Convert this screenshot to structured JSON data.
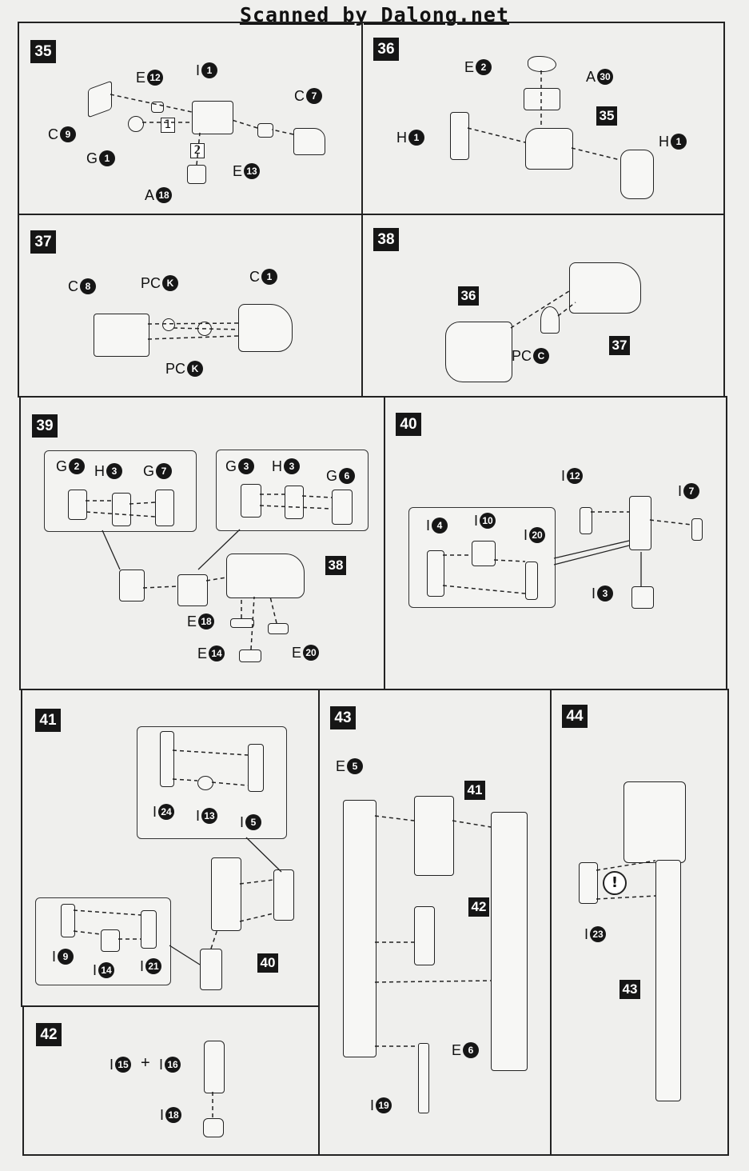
{
  "header": {
    "scan_title": "Scanned by Dalong.net"
  },
  "steps": {
    "s35": {
      "num": "35",
      "labels": {
        "e12": {
          "letter": "E",
          "n": "12"
        },
        "i1": {
          "letter": "I",
          "n": "1"
        },
        "c7": {
          "letter": "C",
          "n": "7"
        },
        "c9": {
          "letter": "C",
          "n": "9"
        },
        "g1": {
          "letter": "G",
          "n": "1"
        },
        "e13": {
          "letter": "E",
          "n": "13"
        },
        "a18": {
          "letter": "A",
          "n": "18"
        }
      },
      "order": [
        "1",
        "2"
      ]
    },
    "s36": {
      "num": "36",
      "ref": "35",
      "labels": {
        "e2": {
          "letter": "E",
          "n": "2"
        },
        "a30": {
          "letter": "A",
          "n": "30"
        },
        "h1a": {
          "letter": "H",
          "n": "1"
        },
        "h1b": {
          "letter": "H",
          "n": "1"
        }
      }
    },
    "s37": {
      "num": "37",
      "labels": {
        "c8": {
          "letter": "C",
          "n": "8"
        },
        "pck1": {
          "letter": "PC",
          "n": "K"
        },
        "c1": {
          "letter": "C",
          "n": "1"
        },
        "pck2": {
          "letter": "PC",
          "n": "K"
        }
      }
    },
    "s38": {
      "num": "38",
      "ref_a": "36",
      "ref_b": "37",
      "labels": {
        "pcc": {
          "letter": "PC",
          "n": "C"
        }
      }
    },
    "s39": {
      "num": "39",
      "ref": "38",
      "labels": {
        "g2": {
          "letter": "G",
          "n": "2"
        },
        "h3a": {
          "letter": "H",
          "n": "3"
        },
        "g7": {
          "letter": "G",
          "n": "7"
        },
        "g3": {
          "letter": "G",
          "n": "3"
        },
        "h3b": {
          "letter": "H",
          "n": "3"
        },
        "g6": {
          "letter": "G",
          "n": "6"
        },
        "e18": {
          "letter": "E",
          "n": "18"
        },
        "e14": {
          "letter": "E",
          "n": "14"
        },
        "e20": {
          "letter": "E",
          "n": "20"
        }
      }
    },
    "s40": {
      "num": "40",
      "labels": {
        "i12": {
          "letter": "I",
          "n": "12"
        },
        "i7": {
          "letter": "I",
          "n": "7"
        },
        "i4": {
          "letter": "I",
          "n": "4"
        },
        "i10": {
          "letter": "I",
          "n": "10"
        },
        "i20": {
          "letter": "I",
          "n": "20"
        },
        "i3": {
          "letter": "I",
          "n": "3"
        }
      }
    },
    "s41": {
      "num": "41",
      "ref": "40",
      "labels": {
        "i24": {
          "letter": "I",
          "n": "24"
        },
        "i13": {
          "letter": "I",
          "n": "13"
        },
        "i5": {
          "letter": "I",
          "n": "5"
        },
        "i9": {
          "letter": "I",
          "n": "9"
        },
        "i14": {
          "letter": "I",
          "n": "14"
        },
        "i21": {
          "letter": "I",
          "n": "21"
        }
      }
    },
    "s42": {
      "num": "42",
      "plus": "+",
      "labels": {
        "i15": {
          "letter": "I",
          "n": "15"
        },
        "i16": {
          "letter": "I",
          "n": "16"
        },
        "i18": {
          "letter": "I",
          "n": "18"
        }
      }
    },
    "s43": {
      "num": "43",
      "ref_a": "41",
      "ref_b": "42",
      "labels": {
        "e5": {
          "letter": "E",
          "n": "5"
        },
        "e6": {
          "letter": "E",
          "n": "6"
        },
        "i19": {
          "letter": "I",
          "n": "19"
        }
      }
    },
    "s44": {
      "num": "44",
      "ref": "43",
      "warning": "!",
      "labels": {
        "i23": {
          "letter": "I",
          "n": "23"
        }
      }
    }
  }
}
